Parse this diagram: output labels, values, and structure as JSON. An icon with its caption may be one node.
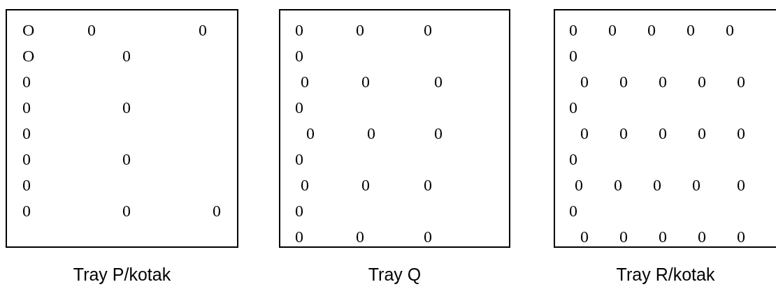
{
  "diagram": {
    "nodes": [
      {
        "text": [
          "O 0 0",
          "O 0",
          "0",
          "0 0",
          "0",
          "0 0",
          "0",
          "0 0 0",
          "Tray P/kotak"
        ]
      },
      {
        "text": [
          "0 0 0",
          "0",
          "0 0 0",
          "0",
          "0 0 0",
          "0",
          "0 0 0",
          "0",
          "0 0 0",
          "Tray Q"
        ]
      },
      {
        "text": [
          "0 0 0 0 0",
          "0",
          "0 0 0 0 0",
          "0",
          "0 0 0 0 0",
          "0",
          "0 0 0 0 0",
          "0",
          "0 0 0 0 0",
          "Tray R/kotak"
        ]
      }
    ]
  }
}
